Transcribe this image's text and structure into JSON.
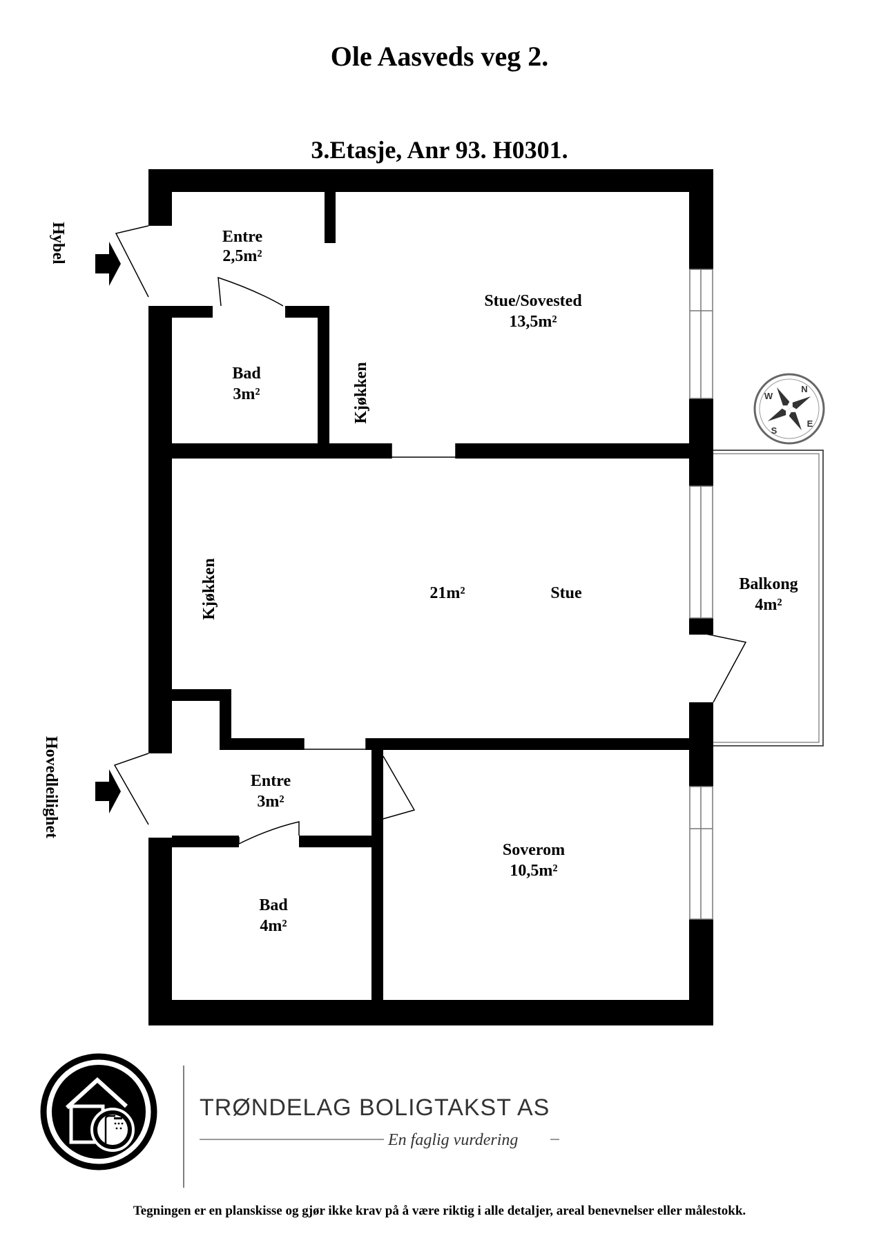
{
  "header": {
    "address": "Ole Aasveds veg 2.",
    "floor": "3.Etasje, Anr 93. H0301."
  },
  "entrances": {
    "hybel": "Hybel",
    "hovedleilighet": "Hovedleilighet"
  },
  "rooms": {
    "entre_upper": {
      "name": "Entre",
      "area": "2,5m²"
    },
    "bad_upper": {
      "name": "Bad",
      "area": "3m²"
    },
    "kjokken_upper": {
      "name": "Kjøkken"
    },
    "stue_sovested": {
      "name": "Stue/Sovested",
      "area": "13,5m²"
    },
    "kjokken_main": {
      "name": "Kjøkken"
    },
    "stue": {
      "name": "Stue",
      "area": "21m²"
    },
    "balkong": {
      "name": "Balkong",
      "area": "4m²"
    },
    "entre_lower": {
      "name": "Entre",
      "area": "3m²"
    },
    "bad_lower": {
      "name": "Bad",
      "area": "4m²"
    },
    "soverom": {
      "name": "Soverom",
      "area": "10,5m²"
    }
  },
  "compass": {
    "n": "N",
    "e": "E",
    "s": "S",
    "w": "W"
  },
  "footer": {
    "company": "TRØNDELAG BOLIGTAKST AS",
    "tagline": "En faglig vurdering",
    "disclaimer": "Tegningen er en planskisse og gjør ikke krav på å være riktig i alle detaljer, areal benevnelser eller målestokk."
  },
  "colors": {
    "wall": "#000000",
    "background": "#ffffff",
    "window": "#777777"
  }
}
